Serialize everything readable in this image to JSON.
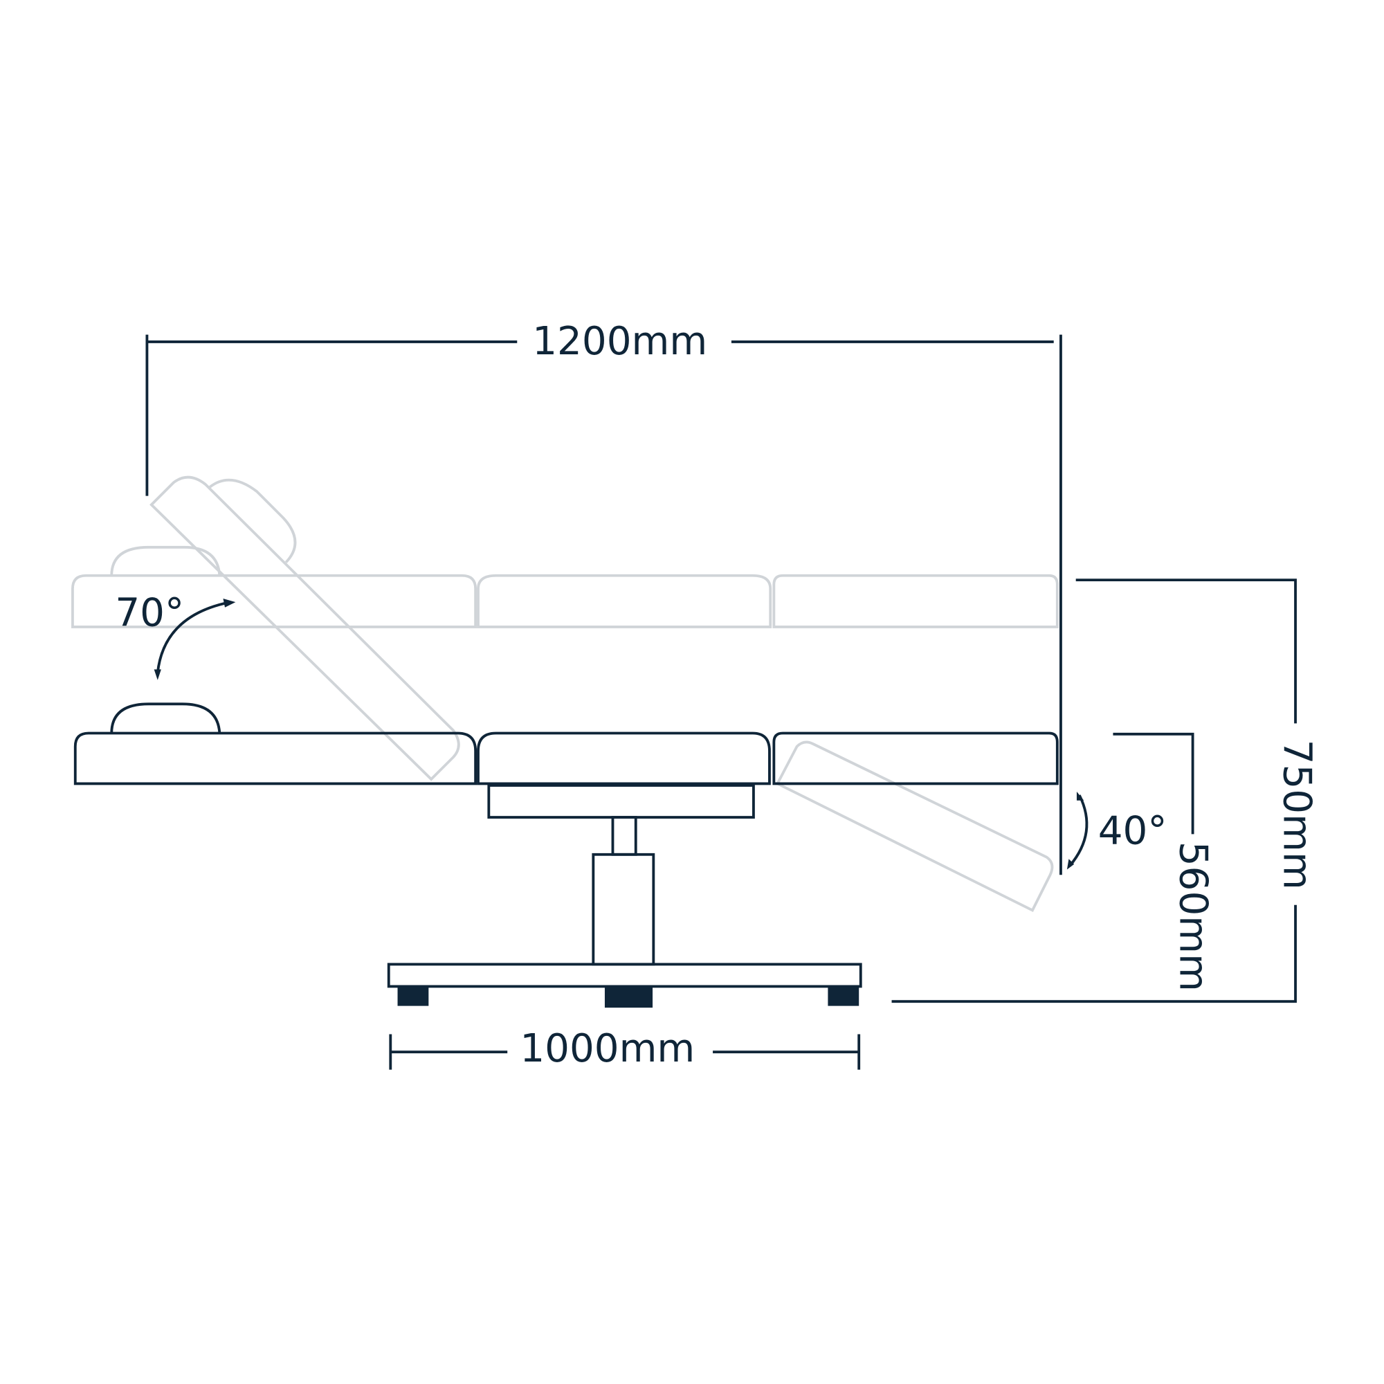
{
  "diagram": {
    "dimensions": {
      "total_length": "1200mm",
      "base_length": "1000mm",
      "max_height": "750mm",
      "min_height": "560mm"
    },
    "angles": {
      "backrest": "70°",
      "legrest": "40°"
    },
    "colors": {
      "line": "#0f2538",
      "ghost": "#d0d4d8"
    }
  }
}
